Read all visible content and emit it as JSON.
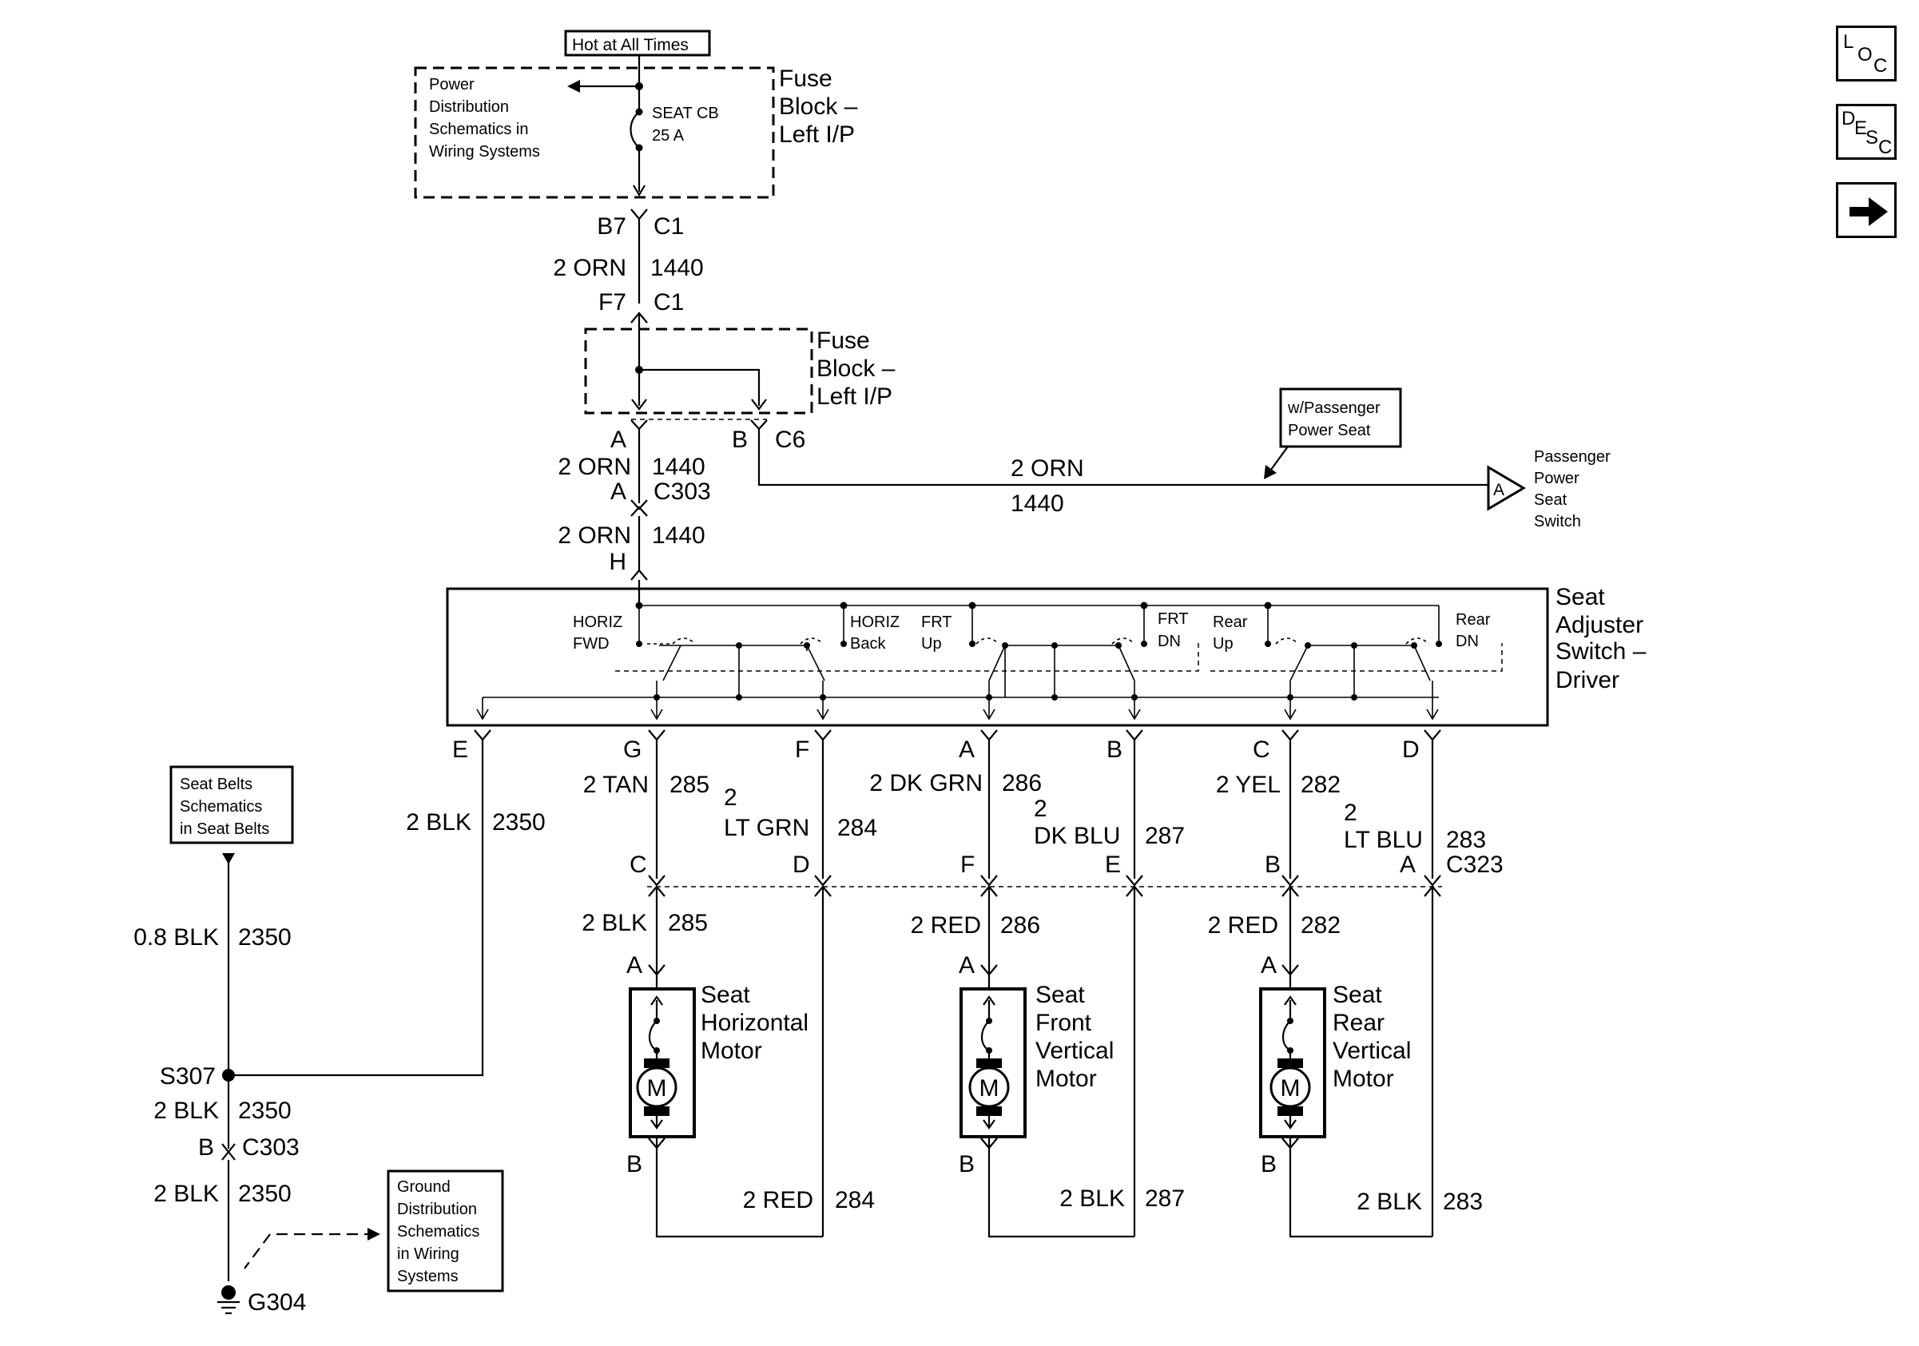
{
  "nav": {
    "loc": {
      "a": "L",
      "b": "O",
      "c": "C"
    },
    "desc": {
      "a": "D",
      "b": "E",
      "c": "S",
      "d": "C"
    }
  },
  "labels": {
    "hot_at_all_times": "Hot at All Times",
    "pds": [
      "Power",
      "Distribution",
      "Schematics in",
      "Wiring Systems"
    ],
    "seat_cb": [
      "SEAT CB",
      "25 A"
    ],
    "fuse_block_1": [
      "Fuse",
      "Block –",
      "Left I/P"
    ],
    "fuse_block_2": [
      "Fuse",
      "Block –",
      "Left I/P"
    ],
    "b7": "B7",
    "c1a": "C1",
    "wire_top": "2 ORN",
    "wire_top_num": "1440",
    "f7": "F7",
    "c1b": "C1",
    "pin_a1": "A",
    "pin_b1": "B",
    "c6": "C6",
    "wire_mid": "2 ORN",
    "wire_mid_num": "1440",
    "pin_a2": "A",
    "c303a": "C303",
    "wire_low": "2 ORN",
    "wire_low_num": "1440",
    "pin_h": "H",
    "pass_option": [
      "w/Passenger",
      "Power Seat"
    ],
    "pass_wire": "2 ORN",
    "pass_wire_num": "1440",
    "pass_pin": "A",
    "pass_switch": [
      "Passenger",
      "Power",
      "Seat",
      "Switch"
    ],
    "seat_switch": [
      "Seat",
      "Adjuster",
      "Switch –",
      "Driver"
    ],
    "horiz_fwd": [
      "HORIZ",
      "FWD"
    ],
    "horiz_back": [
      "HORIZ",
      "Back"
    ],
    "frt_up": [
      "FRT",
      "Up"
    ],
    "frt_dn": [
      "FRT",
      "DN"
    ],
    "rear_up": [
      "Rear",
      "Up"
    ],
    "rear_dn": [
      "Rear",
      "DN"
    ],
    "pins_switch": [
      "E",
      "G",
      "F",
      "A",
      "B",
      "C",
      "D"
    ],
    "w_e": "2 BLK",
    "w_e_num": "2350",
    "w_g": "2 TAN",
    "w_g_num": "285",
    "w_f1": "2",
    "w_f2": "LT GRN",
    "w_f_num": "284",
    "w_a": "2 DK GRN",
    "w_a_num": "286",
    "w_b1": "2",
    "w_b2": "DK BLU",
    "w_b_num": "287",
    "w_c": "2 YEL",
    "w_c_num": "282",
    "w_d1": "2",
    "w_d2": "LT BLU",
    "w_d_num": "283",
    "pins_c323": [
      "C",
      "D",
      "F",
      "E",
      "B",
      "A"
    ],
    "c323": "C323",
    "m1_wire": "2 BLK",
    "m1_wire_num": "285",
    "m2_wire": "2 RED",
    "m2_wire_num": "286",
    "m3_wire": "2 RED",
    "m3_wire_num": "282",
    "motor_pin_a": "A",
    "motor_pin_b": "B",
    "m1_name": [
      "Seat",
      "Horizontal",
      "Motor"
    ],
    "m2_name": [
      "Seat",
      "Front",
      "Vertical",
      "Motor"
    ],
    "m3_name": [
      "Seat",
      "Rear",
      "Vertical",
      "Motor"
    ],
    "motor_symbol": "M",
    "r1_wire": "2 RED",
    "r1_wire_num": "284",
    "r2_wire": "2 BLK",
    "r2_wire_num": "287",
    "r3_wire": "2 BLK",
    "r3_wire_num": "283",
    "seat_belts": [
      "Seat Belts",
      "Schematics",
      "in Seat Belts"
    ],
    "g_wire1": "0.8 BLK",
    "g_wire1_num": "2350",
    "s307": "S307",
    "g_wire2": "2 BLK",
    "g_wire2_num": "2350",
    "pin_b_c303": "B",
    "c303b": "C303",
    "g_wire3": "2 BLK",
    "g_wire3_num": "2350",
    "gnd_dist": [
      "Ground",
      "Distribution",
      "Schematics",
      "in Wiring",
      "Systems"
    ],
    "g304": "G304"
  }
}
